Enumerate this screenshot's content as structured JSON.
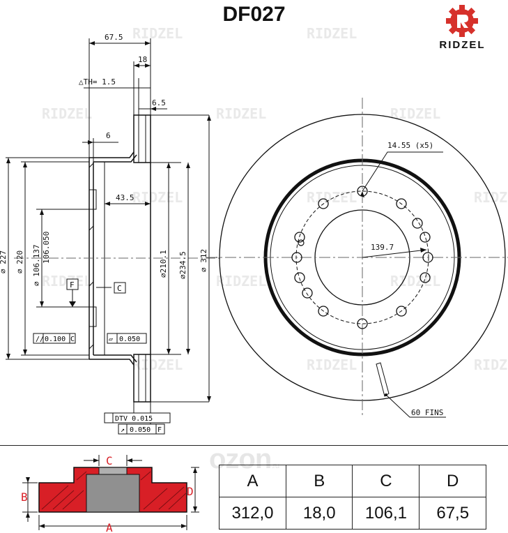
{
  "title": "DF027",
  "brand": {
    "name": "RIDZEL",
    "logo_color": "#d6312b"
  },
  "watermark": {
    "text": "RIDZEL",
    "site": "ozon",
    "site_suffix": ".ru"
  },
  "section_view": {
    "dims": {
      "overall_height": "67.5",
      "thickness": "18",
      "th": "△TH= 1.5",
      "vane": "6.5",
      "wall": "6",
      "hub_depth": "43.5",
      "d227": "∅ 227",
      "d220": "∅ 220",
      "d106": "∅ 106.137",
      "d106b": "106.050",
      "d210": "∅210.1",
      "d234": "∅234.5",
      "d312": "∅ 312"
    },
    "datum_f": "F",
    "datum_c": "C",
    "tol_parallel": "0.100",
    "tol_parallel_ref": "C",
    "tol_flat": "0.050",
    "dtv": "DTV 0.015",
    "runout": "0.050",
    "runout_ref": "F"
  },
  "front_view": {
    "bolt_hole": "14.55 (x5)",
    "pcd": "139.7",
    "fins": "60 FINS"
  },
  "legend_diagram": {
    "labels": {
      "a": "A",
      "b": "B",
      "c": "C",
      "d": "D"
    },
    "fill_color": "#d81f26"
  },
  "spec_table": {
    "headers": [
      "A",
      "B",
      "C",
      "D"
    ],
    "values": [
      "312,0",
      "18,0",
      "106,1",
      "67,5"
    ]
  }
}
